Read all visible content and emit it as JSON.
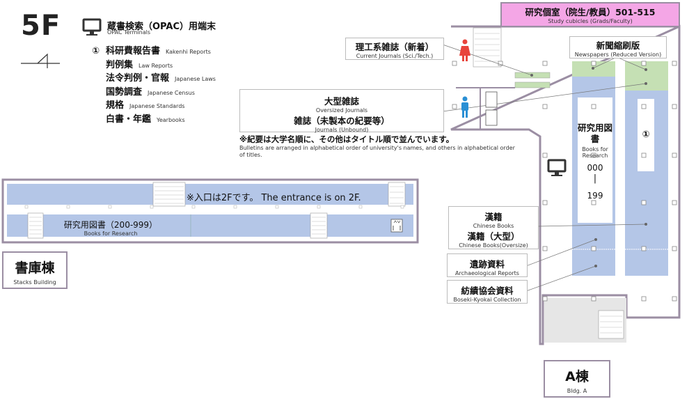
{
  "floor_label": "5F",
  "opac": {
    "icon": "computer-monitor-icon",
    "jp": "蔵書検索（OPAC）用端末",
    "en": "OPAC Terminals"
  },
  "legend_number": "①",
  "legend_items": [
    {
      "jp": "科研費報告書",
      "en": "Kakenhi Reports"
    },
    {
      "jp": "判例集",
      "en": "Law Reports"
    },
    {
      "jp": "法令判例・官報",
      "en": "Japanese Laws"
    },
    {
      "jp": "国勢調査",
      "en": "Japanese Census"
    },
    {
      "jp": "規格",
      "en": "Japanese Standards"
    },
    {
      "jp": "白書・年鑑",
      "en": "Yearbooks"
    }
  ],
  "study_cubicles": {
    "jp": "研究個室（院生/教員）501-515",
    "en": "Study cubicles (Grads/Faculty)"
  },
  "science_journals": {
    "jp": "理工系雑誌（新着）",
    "en": "Current Journals (Sci./Tech.)"
  },
  "newspapers": {
    "jp": "新聞縮刷版",
    "en": "Newspapers (Reduced Version)"
  },
  "oversized": {
    "jp1": "大型雑誌",
    "en1": "Oversized Journals",
    "jp2": "雑誌（未製本の紀要等）",
    "en2": "Journals (Unbound)"
  },
  "bulletin_note": {
    "jp": "※紀要は大学名順に、その他はタイトル順で並んでいます。",
    "en": "Bulletins are arranged in alphabetical order of university's names, and others in alphabetical order of titles."
  },
  "research_books_a": {
    "jp": "研究用図書",
    "en": "Books for Research",
    "range_start": "000",
    "range_sep": "|",
    "range_end": "199"
  },
  "shelf_marker": "①",
  "entrance_note": "※入口は2Fです。 The entrance is on 2F.",
  "stack_books": {
    "jp": "研究用図書（200-999）",
    "en": "Books for Research"
  },
  "stacks_building": {
    "jp": "書庫棟",
    "en": "Stacks Building"
  },
  "chinese_books": {
    "jp1": "漢籍",
    "en1": "Chinese Books",
    "jp2": "漢籍（大型）",
    "en2": "Chinese Books(Oversize)"
  },
  "archaeological": {
    "jp": "遺跡資料",
    "en": "Archaeological Reports"
  },
  "boseki": {
    "jp": "紡績協会資料",
    "en": "Boseki-Kyokai Collection"
  },
  "bldg_a": {
    "jp": "A棟",
    "en": "Bldg. A"
  },
  "colors": {
    "shelf_blue": "#b4c6e7",
    "news_green": "#c5e0b4",
    "cubicle_pink": "#f4a6e6",
    "wall": "#9b8ea3"
  }
}
